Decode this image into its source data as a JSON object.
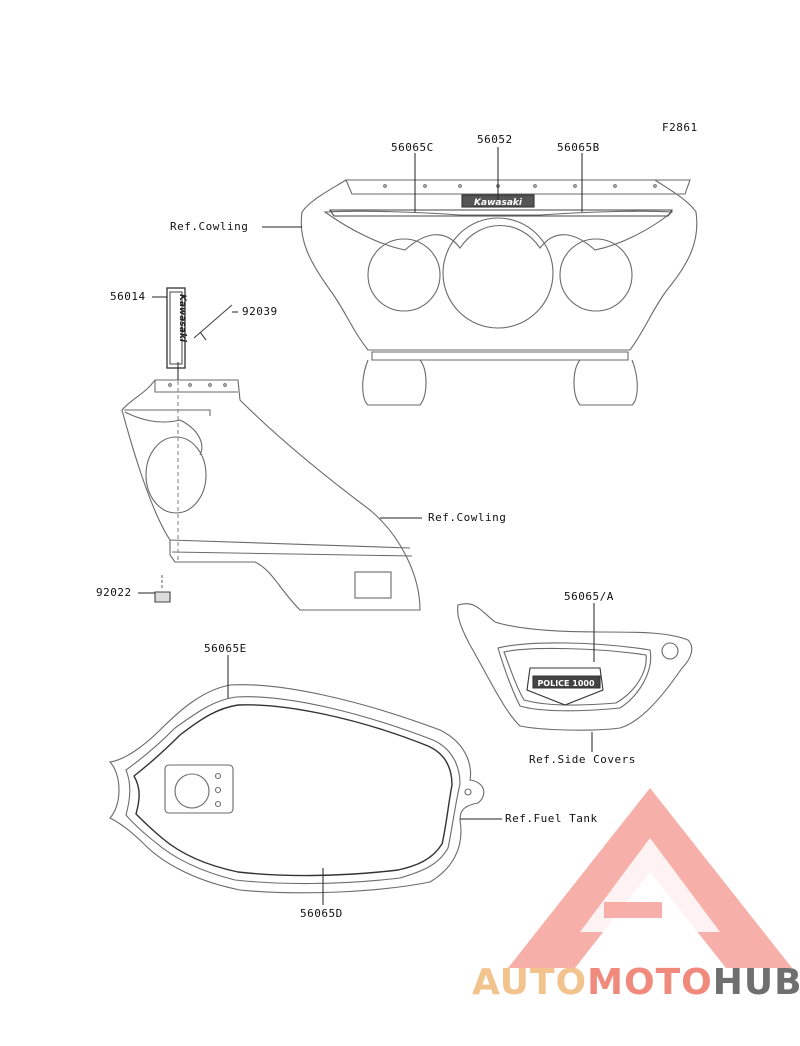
{
  "figure_code": "F2861",
  "callouts": {
    "p56065C": "56065C",
    "p56052": "56052",
    "p56065B": "56065B",
    "ref_cowling_top": "Ref.Cowling",
    "p56014": "56014",
    "p92039": "92039",
    "ref_cowling_mid": "Ref.Cowling",
    "p92022": "92022",
    "p56065A": "56065/A",
    "ref_side_covers": "Ref.Side Covers",
    "p56065E": "56065E",
    "ref_fuel_tank": "Ref.Fuel Tank",
    "p56065D": "56065D"
  },
  "decal_text": {
    "brand": "Kawasaki",
    "police_emblem": "POLICE 1000"
  },
  "watermark": {
    "part1": "AUTO",
    "part2": "MOTO",
    "part3": "HUB",
    "colors": {
      "light": "#f3c38e",
      "red": "#f08a7c",
      "gray": "#6f6f6f"
    }
  }
}
